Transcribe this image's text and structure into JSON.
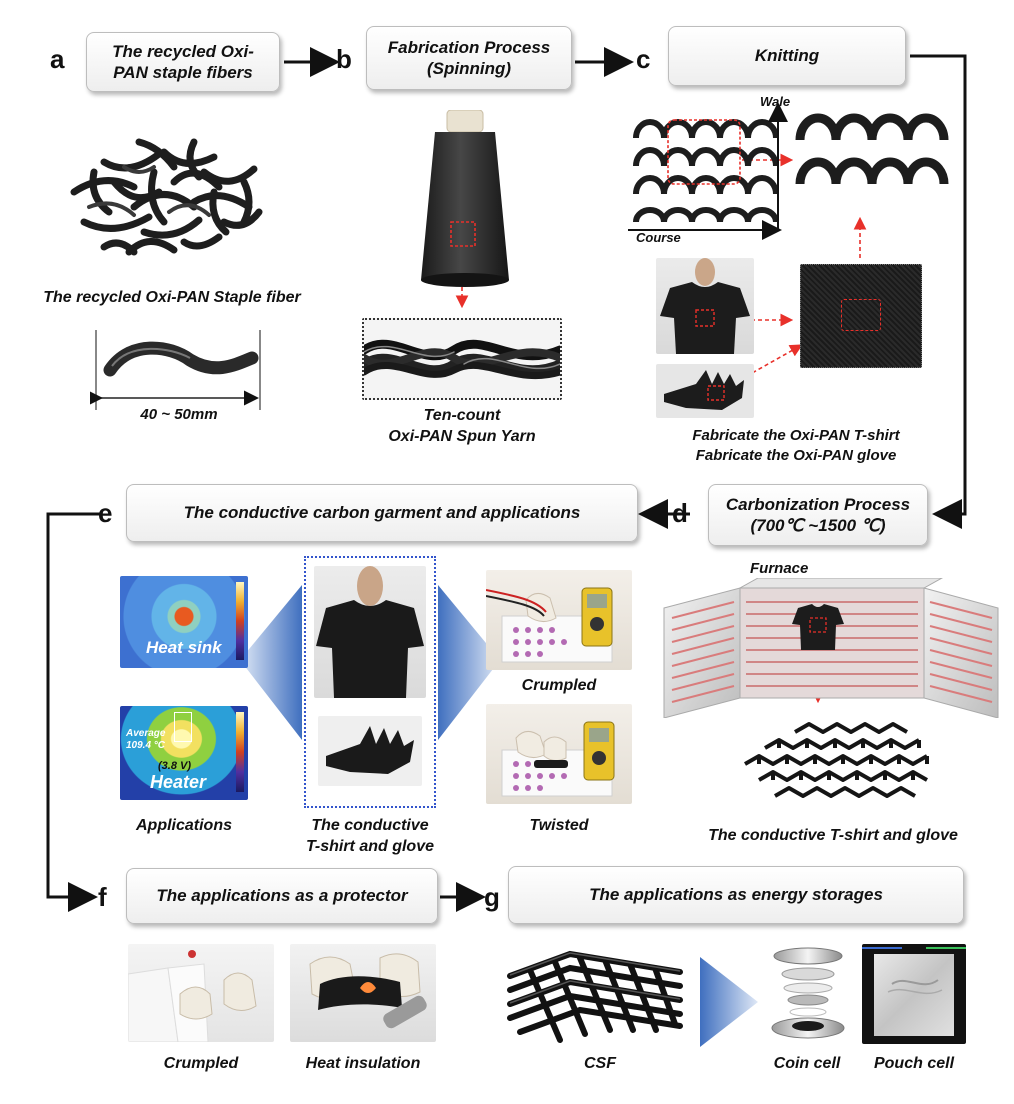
{
  "panels": {
    "a": {
      "letter": "a",
      "title": "The recycled Oxi-PAN staple fibers",
      "caption": "The recycled Oxi-PAN Staple fiber",
      "length": "40 ~ 50mm"
    },
    "b": {
      "letter": "b",
      "title_line1": "Fabrication Process",
      "title_line2": "(Spinning)",
      "caption_line1": "Ten-count",
      "caption_line2": "Oxi-PAN Spun Yarn"
    },
    "c": {
      "letter": "c",
      "title": "Knitting",
      "wale": "Wale",
      "course": "Course",
      "caption_line1": "Fabricate the Oxi-PAN T-shirt",
      "caption_line2": "Fabricate the Oxi-PAN glove"
    },
    "d": {
      "letter": "d",
      "title_line1": "Carbonization Process",
      "title_line2": "(700℃ ~1500 ℃)",
      "furnace": "Furnace",
      "caption": "The conductive T-shirt and glove"
    },
    "e": {
      "letter": "e",
      "title": "The conductive carbon garment and applications",
      "heat_sink": "Heat sink",
      "average": "Average",
      "avg_temp": "109.4 °C",
      "voltage": "(3.8 V)",
      "heater": "Heater",
      "applications": "Applications",
      "center_line1": "The conductive",
      "center_line2": "T-shirt and glove",
      "crumpled": "Crumpled",
      "twisted": "Twisted"
    },
    "f": {
      "letter": "f",
      "title": "The applications as a protector",
      "crumpled": "Crumpled",
      "heat_insulation": "Heat insulation"
    },
    "g": {
      "letter": "g",
      "title": "The applications as energy storages",
      "csf": "CSF",
      "coin_cell": "Coin cell",
      "pouch_cell": "Pouch cell"
    }
  },
  "colors": {
    "accent_red": "#e8302a",
    "dotted_blue": "#3355cc",
    "arrow_blue": "#5a86c8",
    "fabric": "#1c1c1c"
  }
}
